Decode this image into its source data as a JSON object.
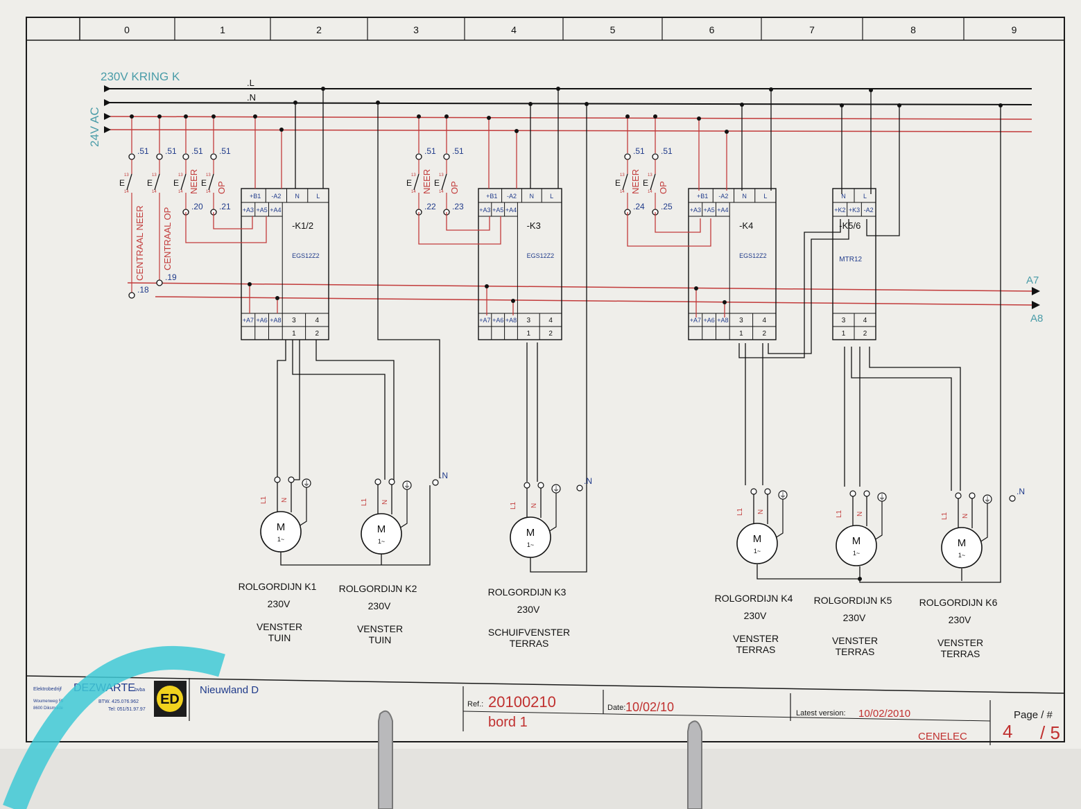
{
  "columns": [
    "0",
    "1",
    "2",
    "3",
    "4",
    "5",
    "6",
    "7",
    "8",
    "9"
  ],
  "bus": {
    "title_230": "230V KRING K",
    "title_24": "24V AC",
    "l_label": ".L",
    "n_label": ".N",
    "a7_label": "A7",
    "a8_label": "A8"
  },
  "switches_central": [
    {
      "top": ".51",
      "bottom": ".18",
      "label": "CENTRAAL NEER"
    },
    {
      "top": ".51",
      "bottom": ".19",
      "label": "CENTRAAL OP"
    }
  ],
  "switch_groups": [
    {
      "neer": {
        "top": ".51",
        "bottom": ".20",
        "label": "NEER"
      },
      "op": {
        "top": ".51",
        "bottom": ".21",
        "label": "OP"
      }
    },
    {
      "neer": {
        "top": ".51",
        "bottom": ".22",
        "label": "NEER"
      },
      "op": {
        "top": ".51",
        "bottom": ".23",
        "label": "OP"
      }
    },
    {
      "neer": {
        "top": ".51",
        "bottom": ".24",
        "label": "NEER"
      },
      "op": {
        "top": ".51",
        "bottom": ".25",
        "label": "OP"
      }
    }
  ],
  "contact_marks": {
    "c13": "13",
    "c14": "14",
    "e": "E"
  },
  "modules": [
    {
      "name": "-K1/2",
      "type": "EGS12Z2",
      "top_terms": [
        "+B1",
        "-A2",
        "N",
        "L"
      ],
      "a_terms": [
        "+A3",
        "+A5",
        "+A4"
      ],
      "bot_terms": [
        "+A7",
        "+A6",
        "+A8"
      ],
      "out_terms": [
        "3",
        "4",
        "1",
        "2"
      ]
    },
    {
      "name": "-K3",
      "type": "EGS12Z2",
      "top_terms": [
        "+B1",
        "-A2",
        "N",
        "L"
      ],
      "a_terms": [
        "+A3",
        "+A5",
        "+A4"
      ],
      "bot_terms": [
        "+A7",
        "+A6",
        "+A8"
      ],
      "out_terms": [
        "3",
        "4",
        "1",
        "2"
      ]
    },
    {
      "name": "-K4",
      "type": "EGS12Z2",
      "top_terms": [
        "+B1",
        "-A2",
        "N",
        "L"
      ],
      "a_terms": [
        "+A3",
        "+A5",
        "+A4"
      ],
      "bot_terms": [
        "+A7",
        "+A6",
        "+A8"
      ],
      "out_terms": [
        "3",
        "4",
        "1",
        "2"
      ]
    },
    {
      "name": "-K5/6",
      "type": "MTR12",
      "top_terms": [
        "N",
        "L"
      ],
      "a_terms": [
        "+K2",
        "+K3",
        "-A2"
      ],
      "bot_terms": [],
      "out_terms": [
        "3",
        "4",
        "1",
        "2"
      ]
    }
  ],
  "motor_symbol": {
    "m": "M",
    "phase": "1~",
    "l1": "L1",
    "n": "N",
    "n_terminal": ".N"
  },
  "motors": [
    {
      "title": "ROLGORDIJN K1",
      "voltage": "230V",
      "loc1": "VENSTER",
      "loc2": "TUIN"
    },
    {
      "title": "ROLGORDIJN K2",
      "voltage": "230V",
      "loc1": "VENSTER",
      "loc2": "TUIN"
    },
    {
      "title": "ROLGORDIJN K3",
      "voltage": "230V",
      "loc1": "SCHUIFVENSTER",
      "loc2": "TERRAS"
    },
    {
      "title": "ROLGORDIJN K4",
      "voltage": "230V",
      "loc1": "VENSTER",
      "loc2": "TERRAS"
    },
    {
      "title": "ROLGORDIJN K5",
      "voltage": "230V",
      "loc1": "VENSTER",
      "loc2": "TERRAS"
    },
    {
      "title": "ROLGORDIJN K6",
      "voltage": "230V",
      "loc1": "VENSTER",
      "loc2": "TERRAS"
    }
  ],
  "title_block": {
    "company_prefix": "Elektrobedrijf",
    "company": "DEZWARTE",
    "company_suffix": "bvba",
    "address1": "Woumenweg 59",
    "address2": "8600 Diksmuide",
    "btw": "BTW. 425.076.962",
    "tel": "Tel: 051/51.97.97",
    "logo_text": "ED",
    "project": "Nieuwland D",
    "ref_label": "Ref.:",
    "ref_value": "20100210",
    "board": "bord 1",
    "date_label": "Date:",
    "date_value": "10/02/10",
    "latest_label": "Latest version:",
    "latest_value": "10/02/2010",
    "standard": "CENELEC",
    "page_label": "Page / #",
    "page_num": "4",
    "page_total": "/ 5"
  },
  "colors": {
    "red_wire": "#c23a3a",
    "teal_text": "#4a9ca8",
    "blue_text": "#1f3a8a",
    "paper": "#f3f2ef",
    "title_red": "#c0302f"
  }
}
